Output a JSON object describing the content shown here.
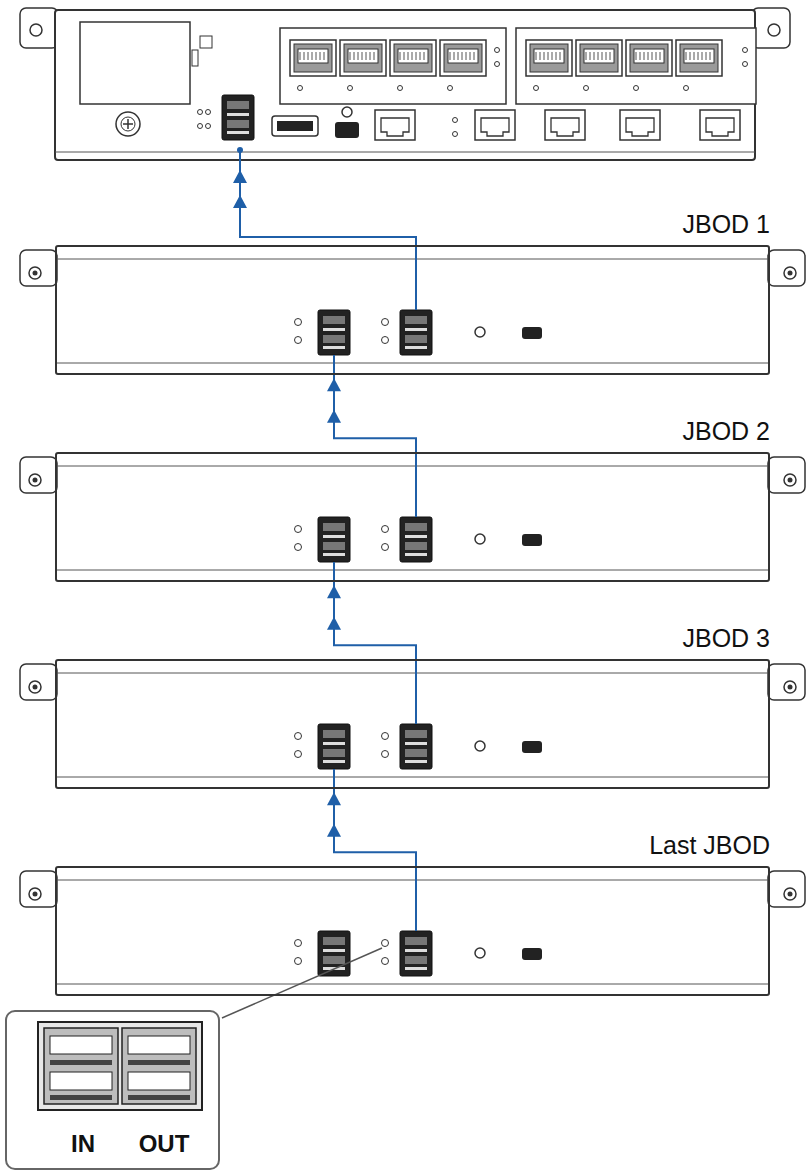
{
  "diagram": {
    "nodes": [
      {
        "text": [
          "JBOD 1"
        ]
      },
      {
        "text": [
          "JBOD 2"
        ]
      },
      {
        "text": [
          "JBOD 3"
        ]
      },
      {
        "text": [
          "Last JBOD"
        ]
      },
      {
        "text": [
          "IN",
          "OUT"
        ]
      }
    ],
    "edges": [
      {
        "from": 1,
        "to": 0,
        "arrow": "to"
      },
      {
        "from": 2,
        "to": 1,
        "arrow": "to"
      },
      {
        "from": 3,
        "to": 2,
        "arrow": "to"
      }
    ]
  }
}
